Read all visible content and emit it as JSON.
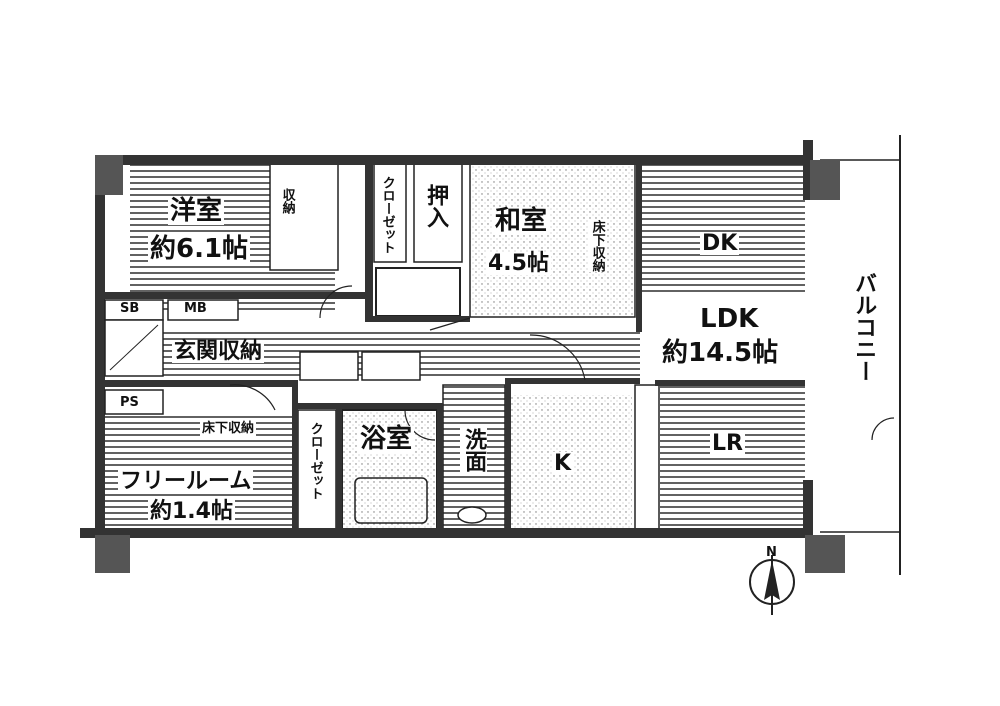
{
  "rooms": {
    "western_room": {
      "name": "洋室",
      "size": "約6.1帖"
    },
    "western_storage": "収納",
    "closet_1": "クローゼット",
    "oshiire": "押入",
    "japanese_room": {
      "name": "和室",
      "size": "4.5帖"
    },
    "under_floor_storage_1": "床下収納",
    "dining": "DK",
    "ldk": {
      "name": "LDK",
      "size": "約14.5帖"
    },
    "living": "LR",
    "shoe_box": "SB",
    "mb": "MB",
    "entrance_storage": "玄関収納",
    "ps": "PS",
    "under_floor_storage_2": "床下収納",
    "free_room": {
      "name": "フリールーム",
      "size": "約1.4帖"
    },
    "closet_2": "クローゼット",
    "bathroom": "浴室",
    "washroom": "洗面",
    "kitchen": "K",
    "balcony": "バルコニー"
  },
  "compass": "N"
}
